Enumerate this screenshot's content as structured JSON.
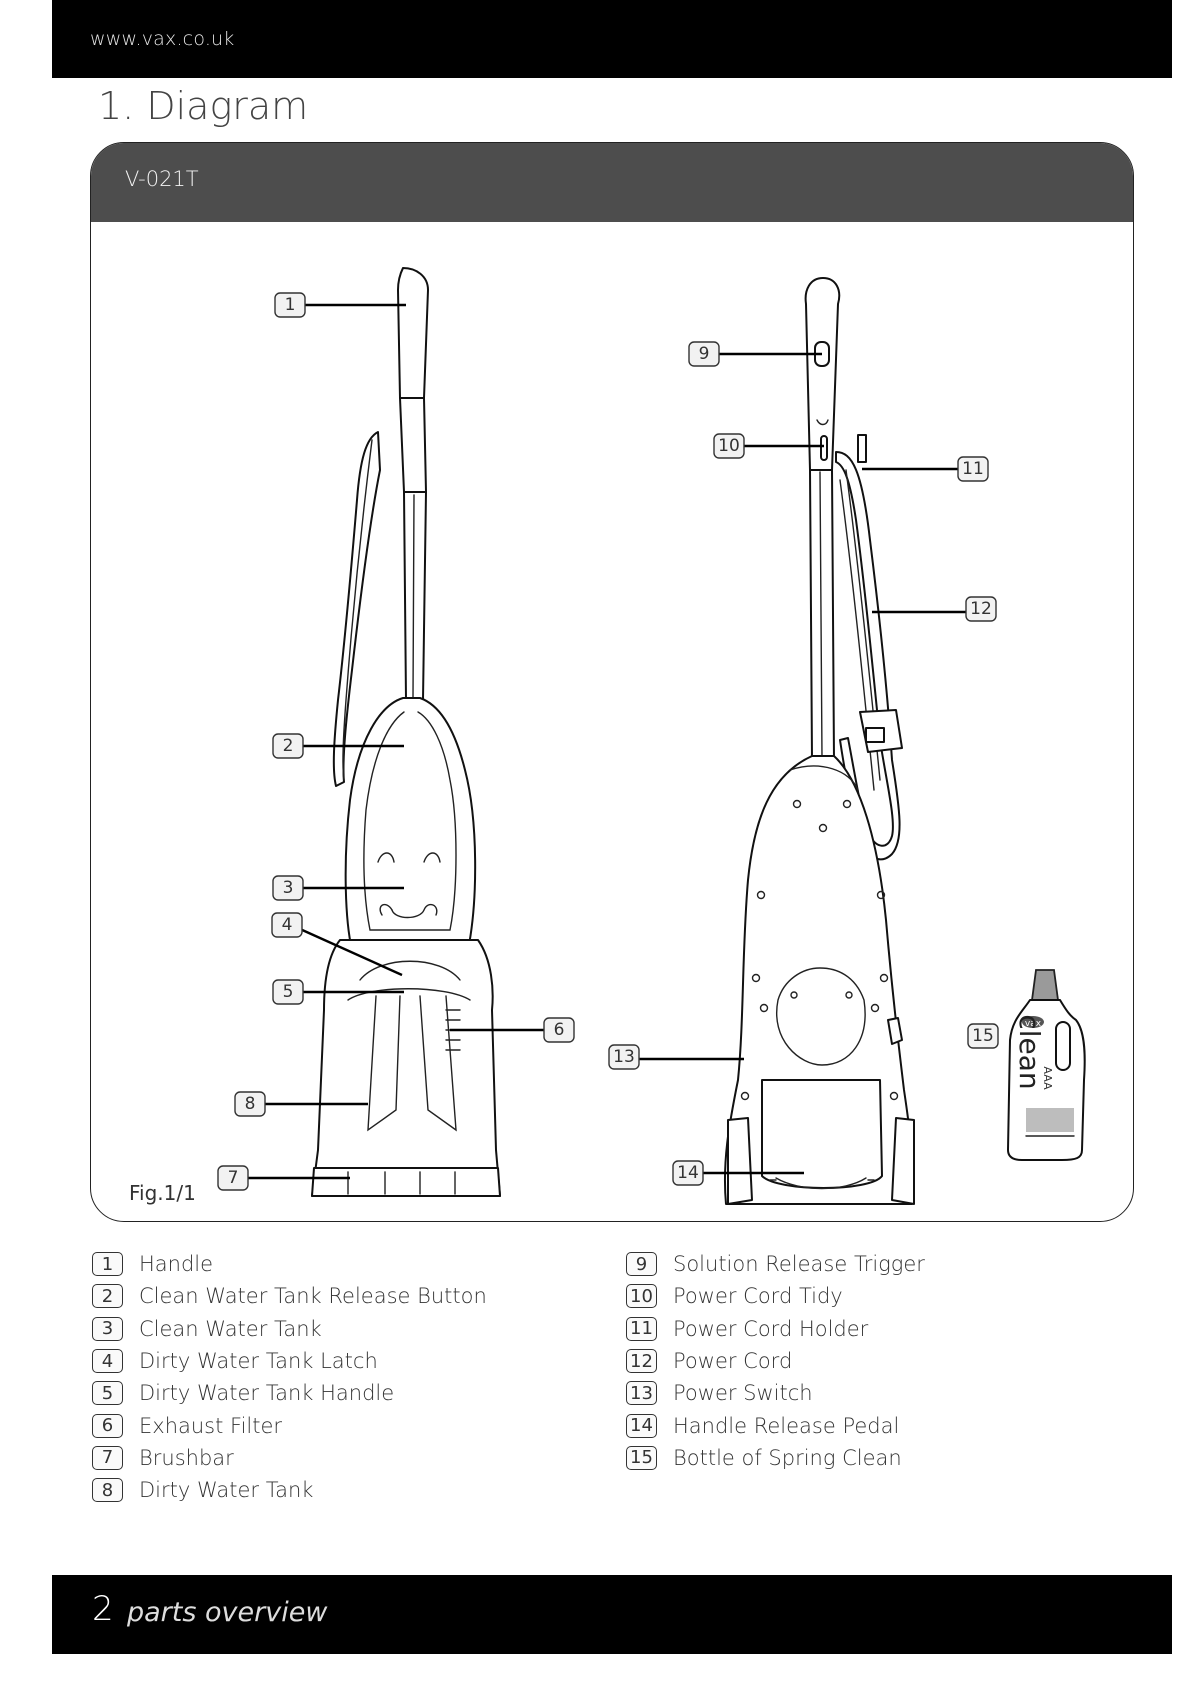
{
  "header": {
    "url": "www.vax.co.uk"
  },
  "section_title": "1. Diagram",
  "panel": {
    "model": "V-021T",
    "figure_label": "Fig.1/1"
  },
  "callouts": [
    "1",
    "2",
    "3",
    "4",
    "5",
    "6",
    "7",
    "8",
    "9",
    "10",
    "11",
    "12",
    "13",
    "14",
    "15"
  ],
  "bottle_text": {
    "brand": "vax",
    "name": "clean",
    "sub": "AAA"
  },
  "parts": [
    {
      "num": "1",
      "label": "Handle"
    },
    {
      "num": "2",
      "label": "Clean Water Tank Release Button"
    },
    {
      "num": "3",
      "label": "Clean Water Tank"
    },
    {
      "num": "4",
      "label": "Dirty Water Tank Latch"
    },
    {
      "num": "5",
      "label": "Dirty Water Tank Handle"
    },
    {
      "num": "6",
      "label": "Exhaust Filter"
    },
    {
      "num": "7",
      "label": "Brushbar"
    },
    {
      "num": "8",
      "label": "Dirty Water Tank"
    },
    {
      "num": "9",
      "label": "Solution Release Trigger"
    },
    {
      "num": "10",
      "label": "Power Cord Tidy"
    },
    {
      "num": "11",
      "label": "Power Cord Holder"
    },
    {
      "num": "12",
      "label": "Power Cord"
    },
    {
      "num": "13",
      "label": "Power Switch"
    },
    {
      "num": "14",
      "label": "Handle Release Pedal"
    },
    {
      "num": "15",
      "label": "Bottle of Spring Clean"
    }
  ],
  "footer": {
    "page_number": "2",
    "title": "parts overview"
  }
}
